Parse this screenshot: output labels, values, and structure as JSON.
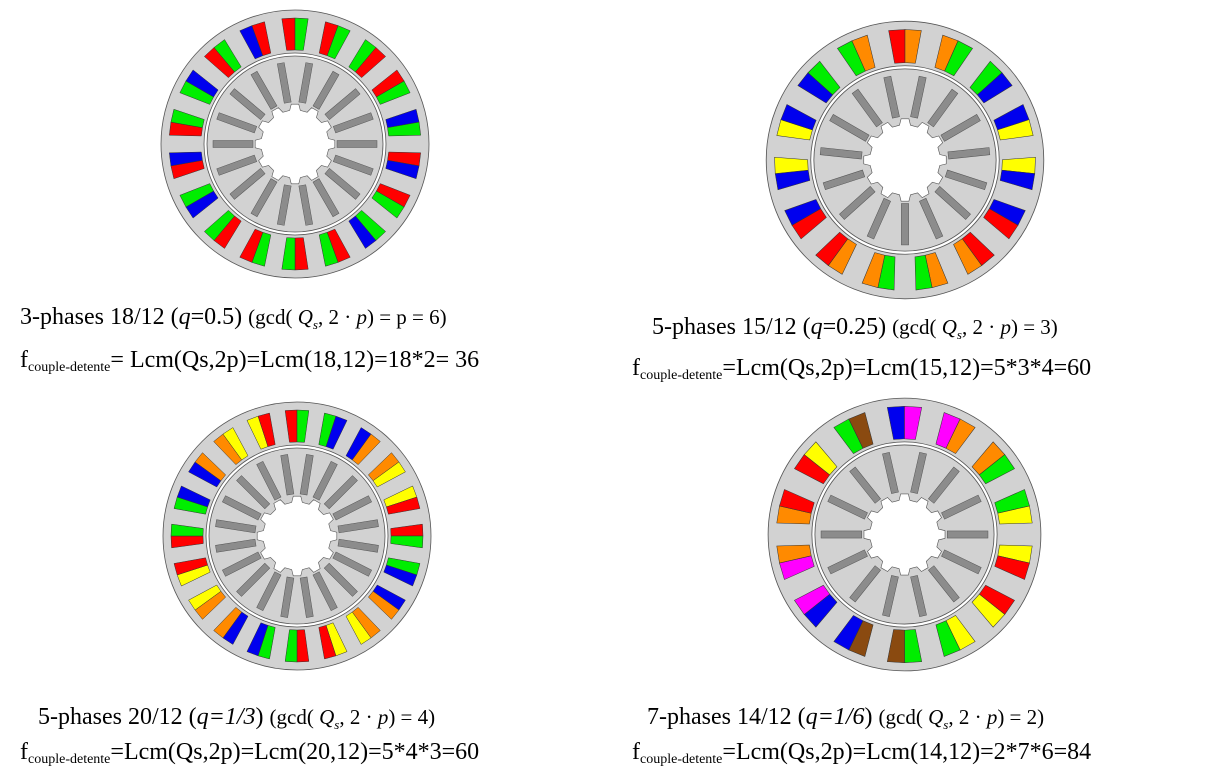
{
  "colors": {
    "stator": "#d2d2d2",
    "rotor": "#d2d2d2",
    "bar": "#8c8c8c",
    "outline": "#555555",
    "bore": "#ffffff",
    "palette": {
      "R": "#ff0000",
      "G": "#00ee00",
      "B": "#0000ee",
      "Y": "#ffff00",
      "O": "#ff8a00",
      "M": "#ff00ff",
      "N": "#8a4a10"
    }
  },
  "motors": [
    {
      "id": "m18",
      "slots": 18,
      "bars": 18,
      "teeth": 12,
      "layout": [
        [
          "R",
          "G"
        ],
        [
          "R",
          "G"
        ],
        [
          "G",
          "R"
        ],
        [
          "R",
          "G"
        ],
        [
          "B",
          "G"
        ],
        [
          "R",
          "B"
        ],
        [
          "R",
          "G"
        ],
        [
          "G",
          "B"
        ],
        [
          "R",
          "G"
        ],
        [
          "R",
          "G"
        ],
        [
          "G",
          "R"
        ],
        [
          "R",
          "G"
        ],
        [
          "B",
          "G"
        ],
        [
          "R",
          "B"
        ],
        [
          "R",
          "G"
        ],
        [
          "G",
          "B"
        ],
        [
          "R",
          "G"
        ],
        [
          "B",
          "R"
        ]
      ],
      "caption": {
        "prefix": "3-phases 18/12 (",
        "q_sym": "q",
        "q_val": "=0.5)",
        "gcd": "(gcd(",
        "Q": "Q",
        "s": "s",
        "mid": ", 2 · ",
        "p": "p",
        "rest": ") = p = 6)"
      },
      "formula": {
        "f": "f",
        "sub": "couple-detente",
        "rest": "= Lcm(Qs,2p)=Lcm(18,12)=18*2= 36"
      }
    },
    {
      "id": "m15",
      "slots": 15,
      "bars": 15,
      "teeth": 12,
      "layout": [
        [
          "R",
          "O"
        ],
        [
          "O",
          "G"
        ],
        [
          "G",
          "B"
        ],
        [
          "B",
          "Y"
        ],
        [
          "Y",
          "B"
        ],
        [
          "B",
          "R"
        ],
        [
          "R",
          "O"
        ],
        [
          "O",
          "G"
        ],
        [
          "G",
          "O"
        ],
        [
          "O",
          "R"
        ],
        [
          "R",
          "B"
        ],
        [
          "B",
          "Y"
        ],
        [
          "Y",
          "B"
        ],
        [
          "B",
          "G"
        ],
        [
          "G",
          "O"
        ]
      ],
      "caption": {
        "prefix": "5-phases 15/12 (",
        "q_sym": "q",
        "q_val": "=0.25)",
        "gcd": "(gcd(",
        "Q": "Q",
        "s": "s",
        "mid": ", 2 · ",
        "p": "p",
        "rest": ") = 3)"
      },
      "formula": {
        "f": "f",
        "sub": "couple-detente",
        "rest": "=Lcm(Qs,2p)=Lcm(15,12)=5*3*4=60"
      }
    },
    {
      "id": "m20",
      "slots": 20,
      "bars": 20,
      "teeth": 12,
      "layout": [
        [
          "R",
          "G"
        ],
        [
          "G",
          "B"
        ],
        [
          "B",
          "O"
        ],
        [
          "O",
          "Y"
        ],
        [
          "Y",
          "R"
        ],
        [
          "R",
          "G"
        ],
        [
          "G",
          "B"
        ],
        [
          "B",
          "O"
        ],
        [
          "O",
          "Y"
        ],
        [
          "Y",
          "R"
        ],
        [
          "R",
          "G"
        ],
        [
          "G",
          "B"
        ],
        [
          "B",
          "O"
        ],
        [
          "O",
          "Y"
        ],
        [
          "Y",
          "R"
        ],
        [
          "R",
          "G"
        ],
        [
          "G",
          "B"
        ],
        [
          "B",
          "O"
        ],
        [
          "O",
          "Y"
        ],
        [
          "Y",
          "R"
        ]
      ],
      "caption": {
        "prefix": "5-phases 20/12 (",
        "q_sym": "q=1/3",
        "q_val": ")",
        "gcd": "(gcd(",
        "Q": "Q",
        "s": "s",
        "mid": ", 2 · ",
        "p": "p",
        "rest": ") = 4)"
      },
      "formula": {
        "f": "f",
        "sub": "couple-detente",
        "rest": "=Lcm(Qs,2p)=Lcm(20,12)=5*4*3=60"
      }
    },
    {
      "id": "m14",
      "slots": 14,
      "bars": 14,
      "teeth": 12,
      "layout": [
        [
          "B",
          "M"
        ],
        [
          "M",
          "O"
        ],
        [
          "O",
          "G"
        ],
        [
          "G",
          "Y"
        ],
        [
          "Y",
          "R"
        ],
        [
          "R",
          "Y"
        ],
        [
          "Y",
          "G"
        ],
        [
          "G",
          "N"
        ],
        [
          "N",
          "B"
        ],
        [
          "B",
          "M"
        ],
        [
          "M",
          "O"
        ],
        [
          "O",
          "R"
        ],
        [
          "R",
          "Y"
        ],
        [
          "G",
          "N"
        ]
      ],
      "caption": {
        "prefix": "7-phases 14/12 (",
        "q_sym": "q=1/6",
        "q_val": ")",
        "gcd": "(gcd(",
        "Q": "Q",
        "s": "s",
        "mid": ", 2 · ",
        "p": "p",
        "rest": ") = 2)"
      },
      "formula": {
        "f": "f",
        "sub": "couple-detente",
        "rest": "=Lcm(Qs,2p)=Lcm(14,12)=2*7*6=84"
      }
    }
  ]
}
